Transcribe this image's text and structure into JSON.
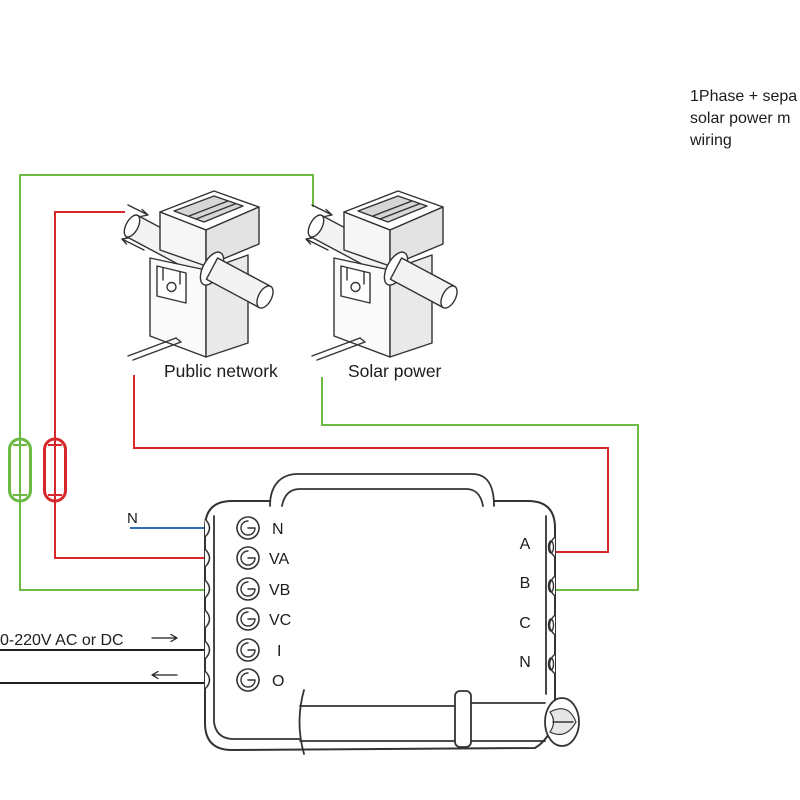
{
  "title_lines": [
    "1Phase + sepa",
    "solar power m",
    "wiring"
  ],
  "current_transformers": [
    {
      "label": "Public network"
    },
    {
      "label": "Solar power"
    }
  ],
  "neutral_wire_label": "N",
  "supply_label": "0-220V AC or DC",
  "device": {
    "left_terminals": [
      "N",
      "VA",
      "VB",
      "VC",
      "I",
      "O"
    ],
    "right_terminals": [
      "A",
      "B",
      "C",
      "N"
    ]
  },
  "icons": {
    "supply_in_arrow": "arrow-right-icon",
    "supply_out_arrow": "arrow-left-icon",
    "fuse": "fuse-icon"
  },
  "colors": {
    "red_wire": "#d8272b",
    "green_wire": "#6cb944",
    "blue_wire": "#2f6db5",
    "black_wire": "#1f1f1f"
  }
}
